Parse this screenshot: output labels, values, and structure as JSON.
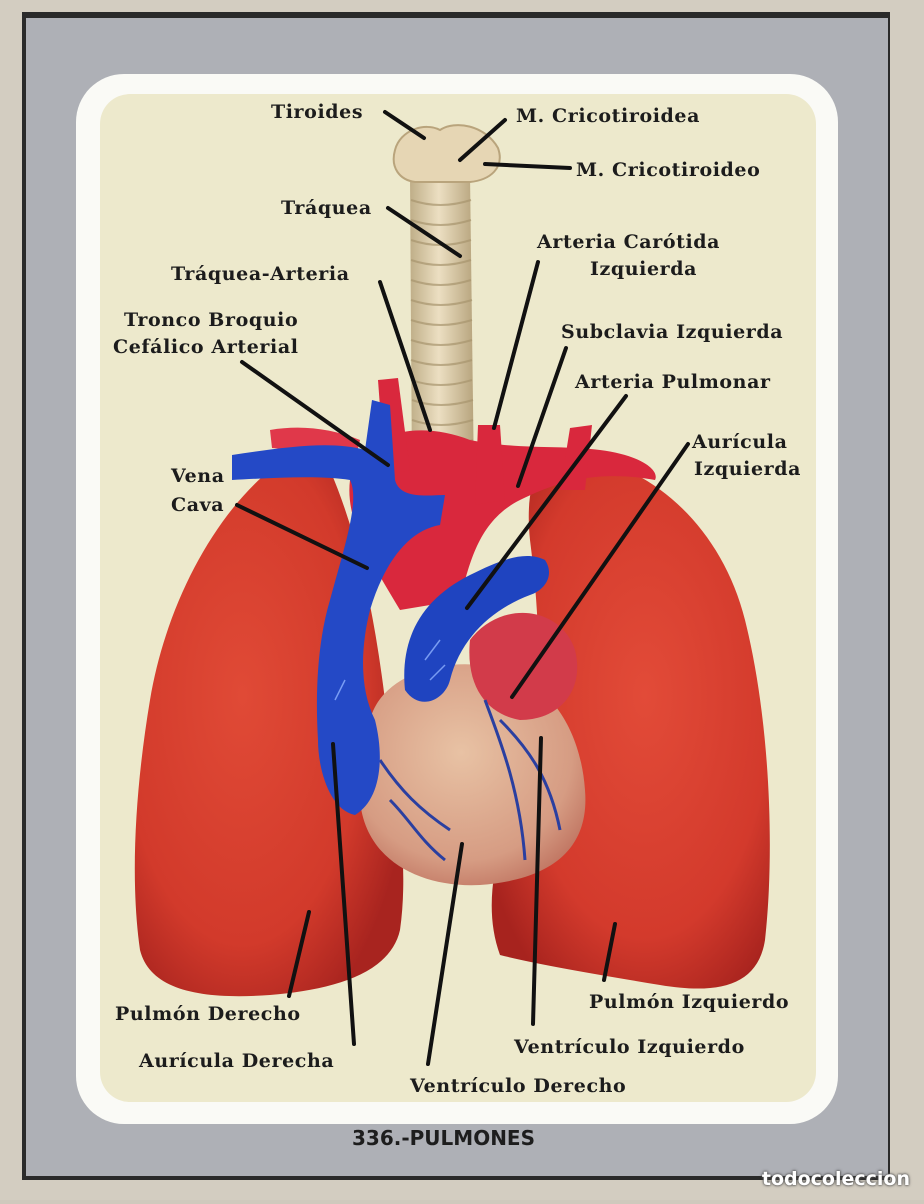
{
  "labels": {
    "tiroides": "Tiroides",
    "m_cricotiroidea": "M. Cricotiroidea",
    "m_cricotiroideo": "M. Cricotiroideo",
    "traquea": "Tráquea",
    "arteria_carotida": [
      "Arteria Carótida",
      "Izquierda"
    ],
    "traquea_arteria": "Tráquea-Arteria",
    "tronco_broquio": [
      "Tronco Broquio",
      "Cefálico Arterial"
    ],
    "subclavia": "Subclavia Izquierda",
    "arteria_pulmonar": "Arteria Pulmonar",
    "auricula_izquierda": [
      "Aurícula",
      "Izquierda"
    ],
    "vena_cava": [
      "Vena",
      "Cava"
    ],
    "pulmon_derecho": "Pulmón Derecho",
    "pulmon_izquierdo": "Pulmón Izquierdo",
    "ventriculo_izquierdo": "Ventrículo Izquierdo",
    "auricula_derecha": "Aurícula Derecha",
    "ventriculo_derecho": "Ventrículo Derecho"
  },
  "caption": "336.-PULMONES",
  "watermark": "todocoleccion",
  "colors": {
    "lung": "#d93a2c",
    "vein": "#2249c4",
    "artery": "#d8283c",
    "heart": "#d9a98e",
    "trachea": "#ddd0b2",
    "card_bg": "#ede9cc"
  }
}
